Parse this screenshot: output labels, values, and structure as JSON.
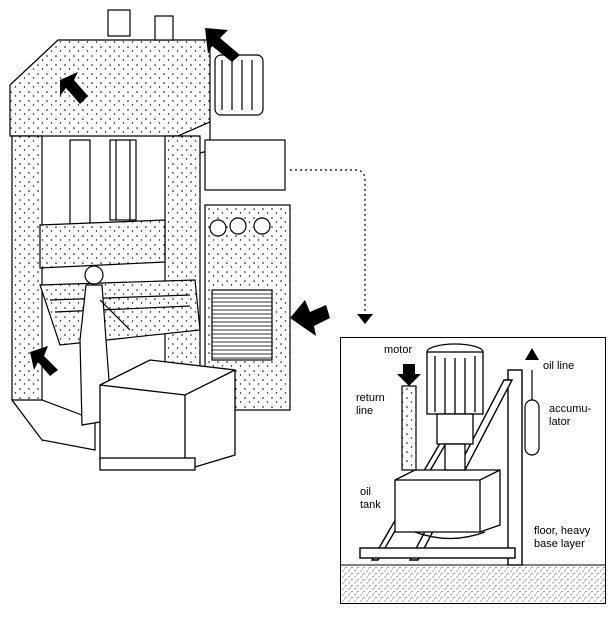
{
  "callout": {
    "motor": "motor",
    "return_line": "return\nline",
    "oil_line": "oil line",
    "accumulator": "accumu-\nlator",
    "oil_tank": "oil\ntank",
    "floor": "floor, heavy\nbase layer"
  },
  "colors": {
    "ink": "#000000",
    "paper": "#ffffff"
  }
}
